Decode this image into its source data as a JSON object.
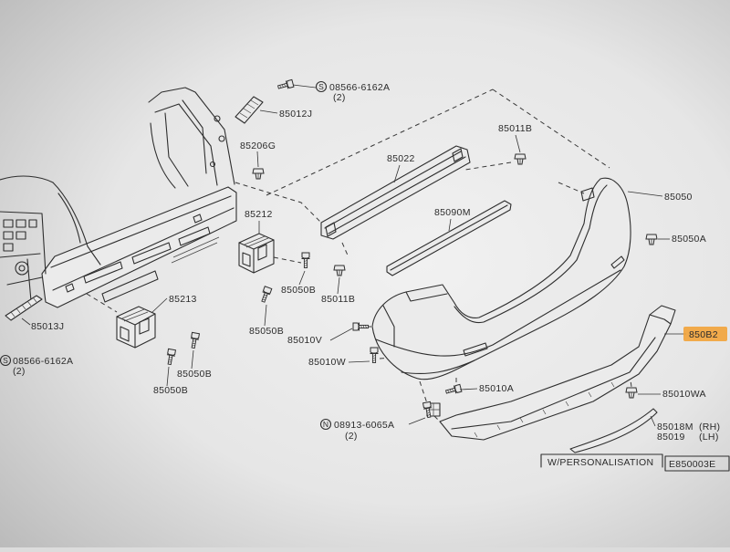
{
  "callouts": [
    {
      "text": "85012J"
    },
    {
      "text": "85206G"
    },
    {
      "text": "85022"
    },
    {
      "text": "85011B"
    },
    {
      "text": "85050"
    },
    {
      "text": "85050A"
    },
    {
      "text": "85212"
    },
    {
      "text": "85090M"
    },
    {
      "text": "85050B"
    },
    {
      "text": "85011B"
    },
    {
      "text": "85213"
    },
    {
      "text": "85013J"
    },
    {
      "text": "85050B"
    },
    {
      "text": "85010V"
    },
    {
      "text": "85050B"
    },
    {
      "text": "85010W"
    },
    {
      "text": "85050B"
    },
    {
      "text": "85010A"
    },
    {
      "text": "85010WA"
    },
    {
      "text": "850B2"
    },
    {
      "text": "85018M",
      "side": "(RH)"
    },
    {
      "text": "85019",
      "side": "(LH)"
    }
  ],
  "std_parts": [
    {
      "symbol": "S",
      "code": "08566-6162A",
      "qty": "(2)"
    },
    {
      "symbol": "S",
      "code": "08566-6162A",
      "qty": "(2)"
    },
    {
      "symbol": "N",
      "code": "08913-6065A",
      "qty": "(2)"
    }
  ],
  "variant_note": "W/PERSONALISATION",
  "figure_code": "E850003E",
  "colors": {
    "paper": "#e9e9e9",
    "ink": "#2b2b2b",
    "highlight": "#f2a33a"
  }
}
